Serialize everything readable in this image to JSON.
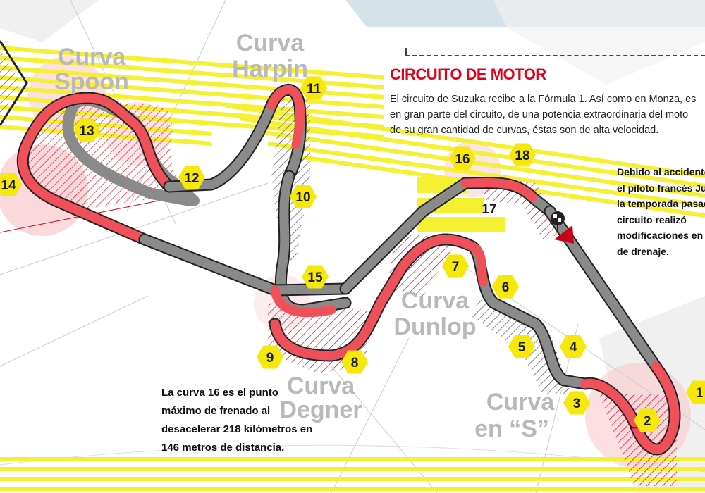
{
  "panel": {
    "title": "CIRCUITO DE MOTOR",
    "body_lines": [
      "El circuito de Suzuka recibe a la Fórmula 1. Así como en Monza, es",
      "en gran parte del circuito, de una potencia extraordinaria del moto",
      "de su gran cantidad de curvas, éstas son de alta velocidad."
    ]
  },
  "note_right": {
    "lines": [
      "Debido al accidente",
      "el piloto francés Ju",
      "la temporada pasad",
      "circuito realizó",
      "modificaciones en",
      "de drenaje."
    ]
  },
  "note_left": {
    "lines": [
      "La curva 16 es el punto",
      "máximo de frenado al",
      "desacelerar 218 kilómetros en",
      "146 metros de distancia."
    ]
  },
  "curves": [
    {
      "id": "spoon",
      "lines": [
        "Curva",
        "Spoon"
      ]
    },
    {
      "id": "harpin",
      "lines": [
        "Curva",
        "Harpin"
      ]
    },
    {
      "id": "dunlop",
      "lines": [
        "Curva",
        "Dunlop"
      ]
    },
    {
      "id": "degner",
      "lines": [
        "Curva",
        "Degner"
      ]
    },
    {
      "id": "s",
      "lines": [
        "Curva",
        "en “S”"
      ]
    }
  ],
  "turns": [
    "1",
    "2",
    "3",
    "4",
    "5",
    "6",
    "7",
    "8",
    "9",
    "10",
    "11",
    "12",
    "13",
    "14",
    "15",
    "16",
    "17",
    "18"
  ],
  "colors": {
    "accent_red": "#e0001b",
    "track_red": "#f0505a",
    "track_gray": "#8a8a8a",
    "stripe_yellow": "#f6f032",
    "badge_yellow": "#f5e80a",
    "zone_pink": "#f8c9cd",
    "top_band": "#d6e2ea"
  },
  "icons": {
    "start_finish": "checkered-flag-icon",
    "direction": "direction-arrow-icon"
  }
}
